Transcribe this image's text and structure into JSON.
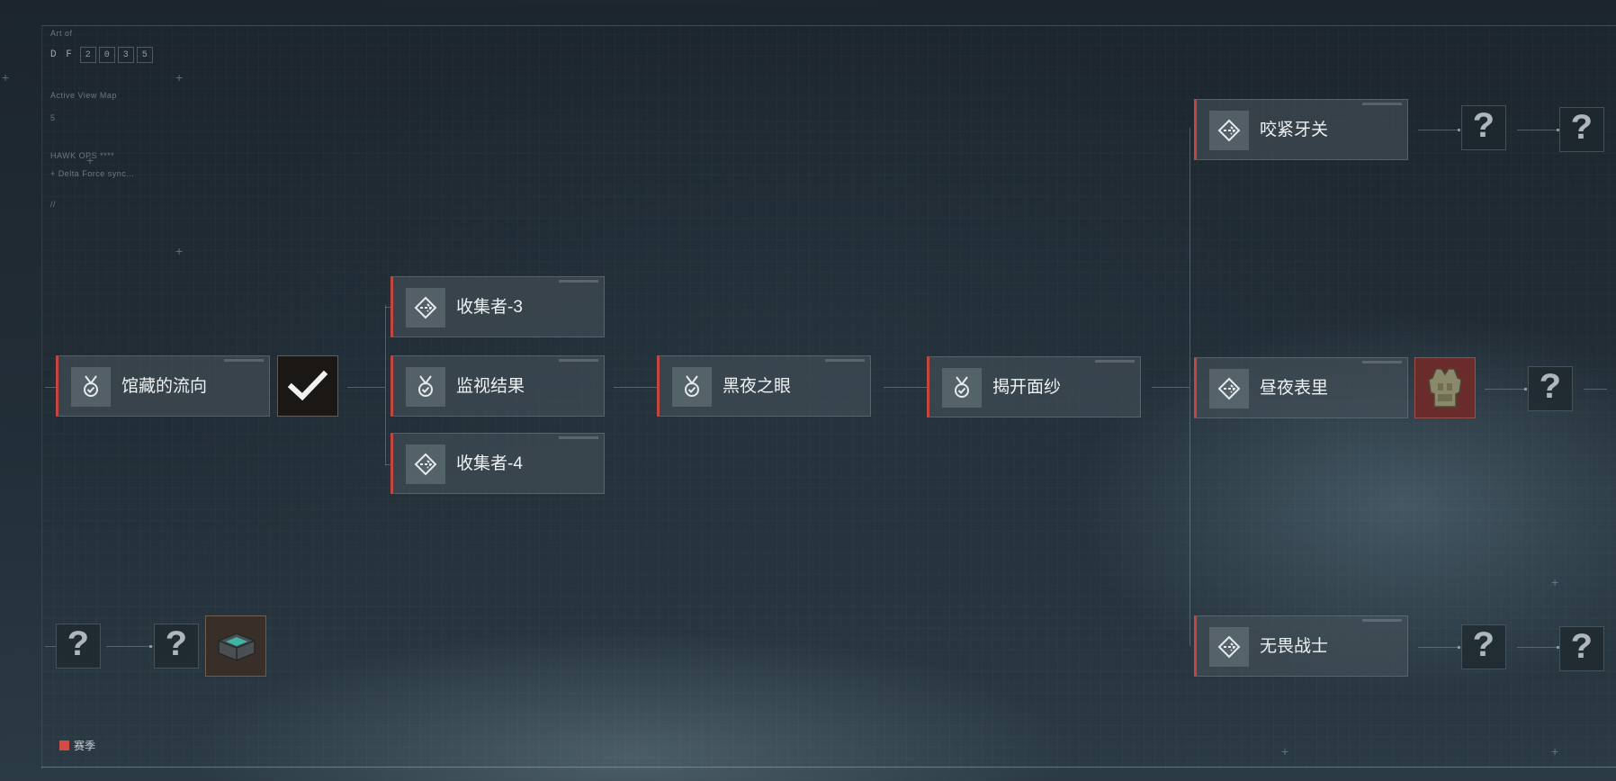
{
  "hud": {
    "label_top": "Art of",
    "code_prefix": "D F",
    "code_digits": [
      "2",
      "0",
      "3",
      "5"
    ],
    "view_label": "Active View Map",
    "view_value": "5",
    "ops_label": "HAWK OPS ****",
    "ops_sub": "+ Delta Force sync...",
    "slashes": "//"
  },
  "tasks": {
    "t1": "馆藏的流向",
    "t2": "收集者-3",
    "t3": "监视结果",
    "t4": "收集者-4",
    "t5": "黑夜之眼",
    "t6": "揭开面纱",
    "t7": "咬紧牙关",
    "t8": "昼夜表里",
    "t9": "无畏战士"
  },
  "reward_unknown_symbol": "?",
  "legend": {
    "label": "赛季",
    "color": "#d24b44"
  },
  "colors": {
    "accent_red": "#c4463f",
    "card_bg": "#464f56"
  }
}
